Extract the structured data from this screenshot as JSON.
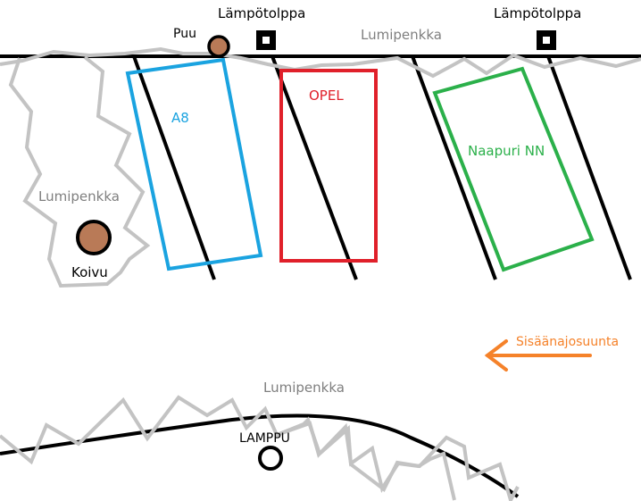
{
  "title": "Parking layout sketch",
  "colors": {
    "snowbank": "#c3c3c3",
    "snowbank_text": "#7f7f7f",
    "a8": "#1aa3e0",
    "opel": "#e0202a",
    "neighbor": "#2bb04a",
    "arrow": "#f5822a",
    "tree": "#b97a57",
    "line": "#000000"
  },
  "labels": {
    "heating_post_1": "Lämpötolppa",
    "heating_post_2": "Lämpötolppa",
    "tree_top": "Puu",
    "snowbank_top": "Lumipenkka",
    "snowbank_left": "Lumipenkka",
    "snowbank_bottom": "Lumipenkka",
    "birch": "Koivu",
    "car_a8": "A8",
    "car_opel": "OPEL",
    "car_neighbor": "Naapuri NN",
    "entry_direction": "Sisäänajosuunta",
    "lamp": "LAMPPU"
  },
  "icons": {
    "heating_post": "square-post-icon",
    "tree": "tree-circle-icon",
    "lamp": "lamp-circle-icon",
    "arrow": "arrow-left-icon"
  }
}
